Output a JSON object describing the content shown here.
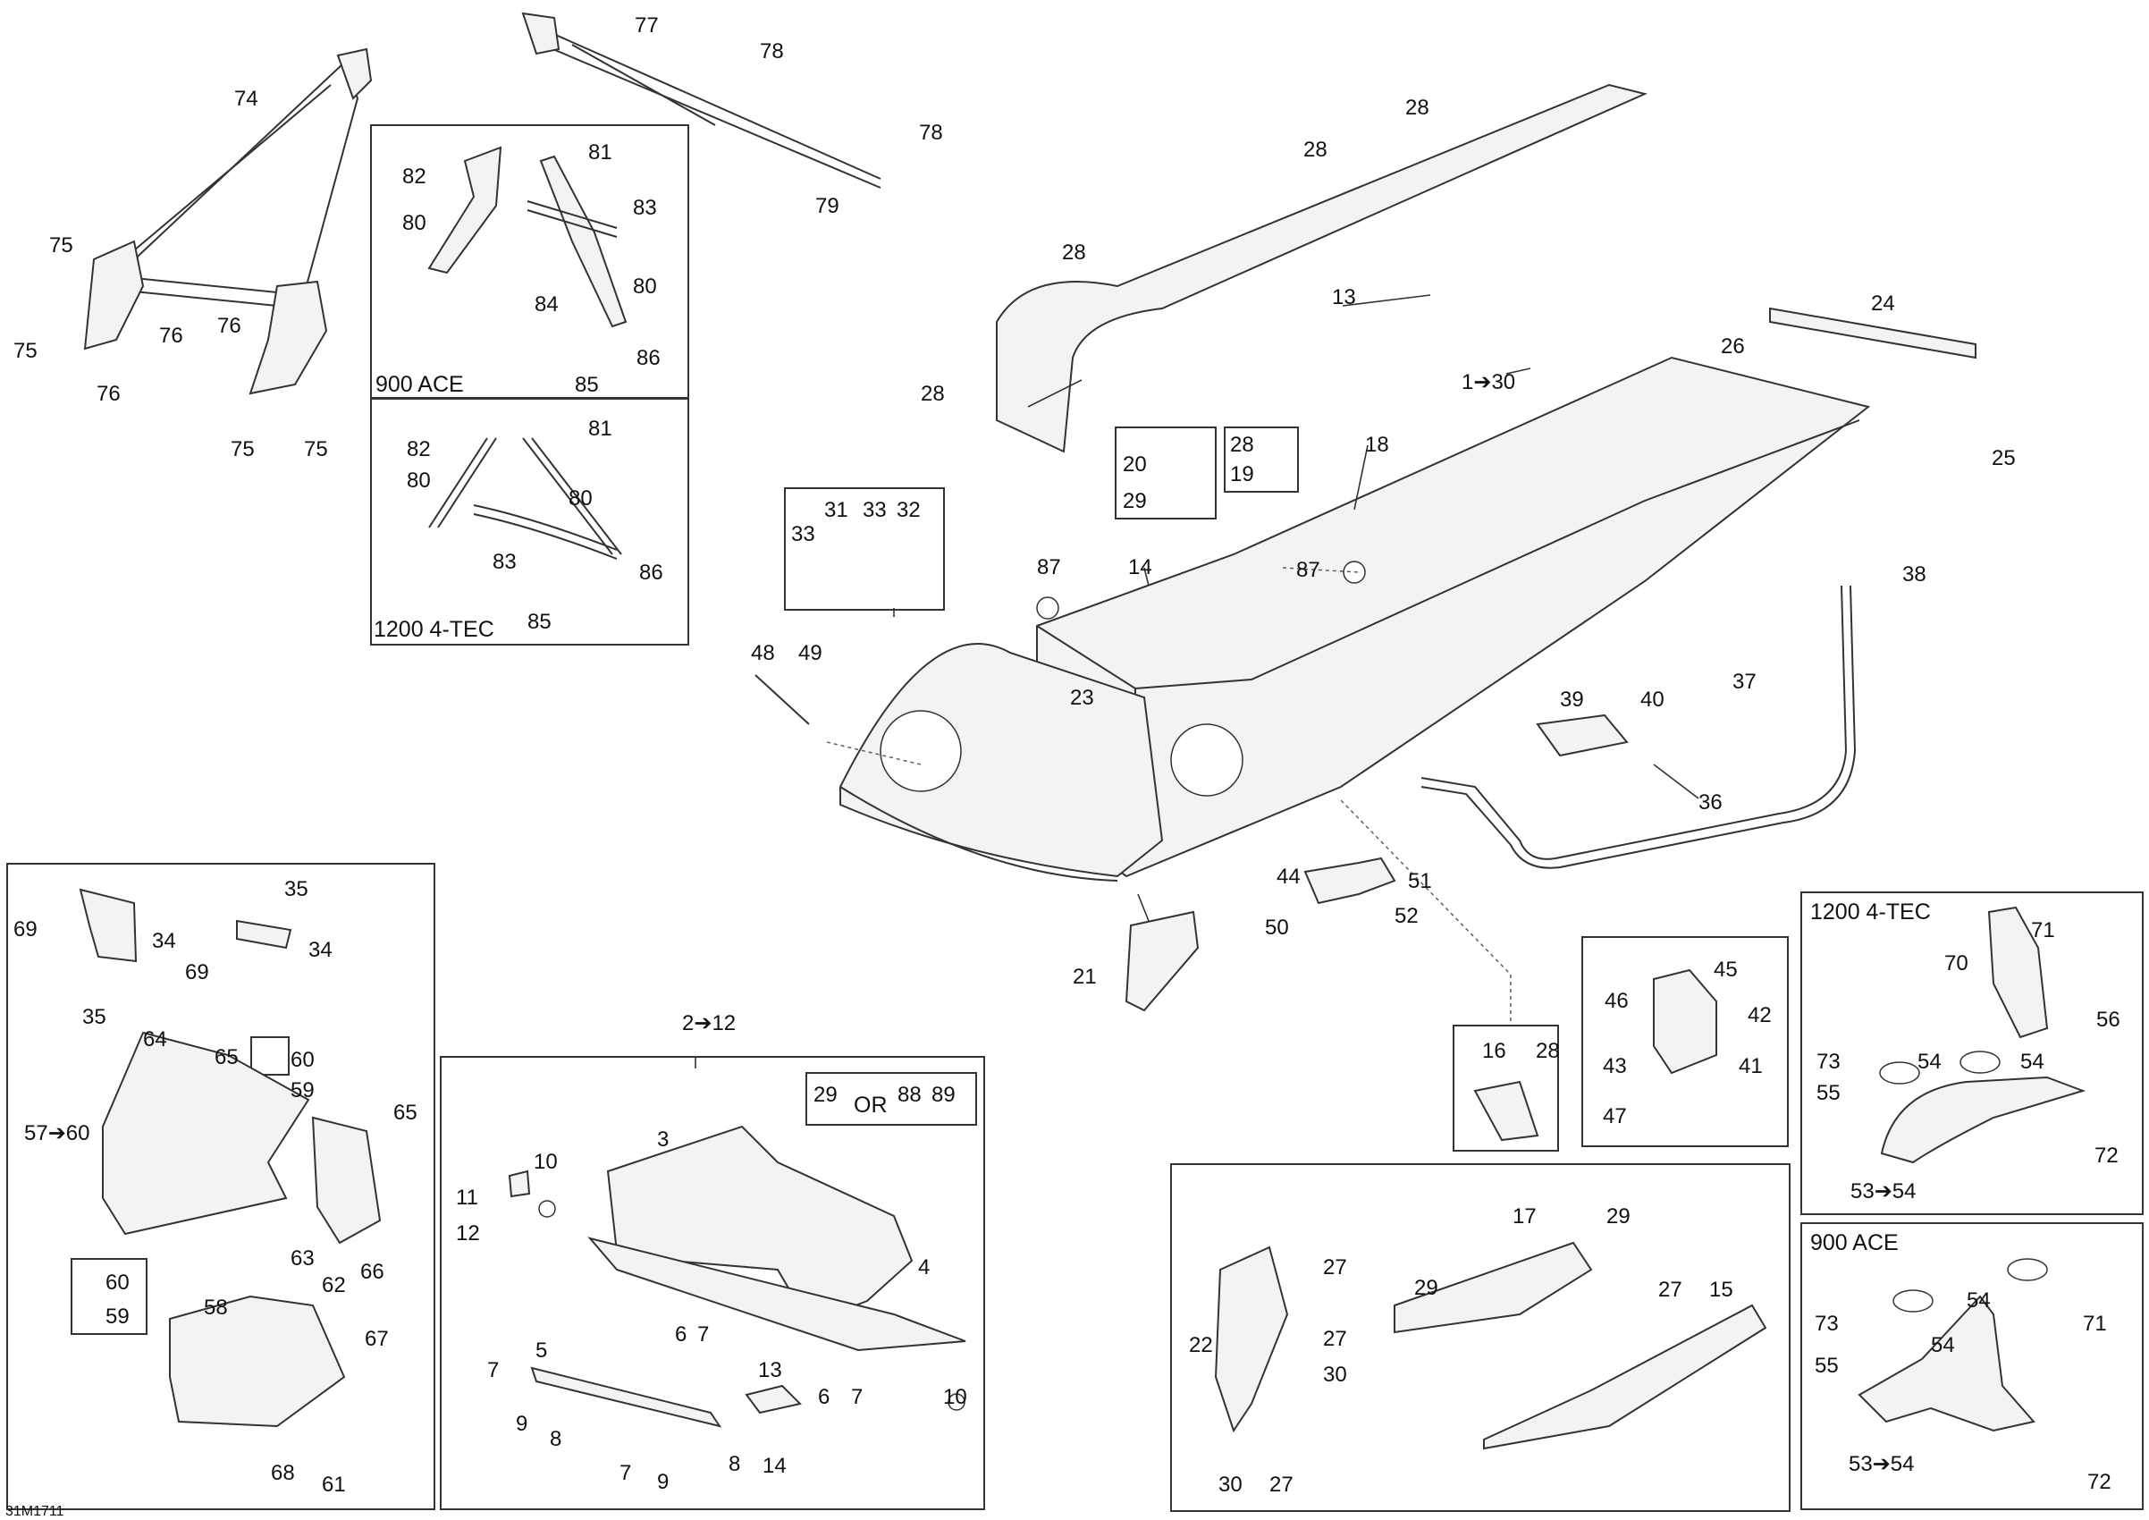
{
  "diagram": {
    "reference_code": "31M1711",
    "variant_labels": {
      "ace_900": "900 ACE",
      "tec_1200": "1200 4-TEC"
    },
    "or_label": "OR",
    "callouts": {
      "c1_30": "1➔30",
      "c2_12": "2➔12",
      "c3": "3",
      "c4": "4",
      "c5": "5",
      "c6": "6",
      "c7": "7",
      "c8": "8",
      "c9": "9",
      "c10": "10",
      "c11": "11",
      "c12": "12",
      "c13": "13",
      "c14": "14",
      "c15": "15",
      "c16": "16",
      "c17": "17",
      "c18": "18",
      "c19": "19",
      "c20": "20",
      "c21": "21",
      "c22": "22",
      "c23": "23",
      "c24": "24",
      "c25": "25",
      "c26": "26",
      "c27": "27",
      "c28": "28",
      "c29": "29",
      "c30": "30",
      "c31": "31",
      "c32": "32",
      "c33": "33",
      "c34": "34",
      "c35": "35",
      "c36": "36",
      "c37": "37",
      "c38": "38",
      "c39": "39",
      "c40": "40",
      "c41": "41",
      "c42": "42",
      "c43": "43",
      "c44": "44",
      "c45": "45",
      "c46": "46",
      "c47": "47",
      "c48": "48",
      "c49": "49",
      "c50": "50",
      "c51": "51",
      "c52": "52",
      "c53_54": "53➔54",
      "c54": "54",
      "c55": "55",
      "c56": "56",
      "c57_60": "57➔60",
      "c58": "58",
      "c59": "59",
      "c60": "60",
      "c61": "61",
      "c62": "62",
      "c63": "63",
      "c64": "64",
      "c65": "65",
      "c66": "66",
      "c67": "67",
      "c68": "68",
      "c69": "69",
      "c70": "70",
      "c71": "71",
      "c72": "72",
      "c73": "73",
      "c74": "74",
      "c75": "75",
      "c76": "76",
      "c77": "77",
      "c78": "78",
      "c79": "79",
      "c80": "80",
      "c81": "81",
      "c82": "82",
      "c83": "83",
      "c84": "84",
      "c85": "85",
      "c86": "86",
      "c87": "87",
      "c88": "88",
      "c89": "89"
    }
  }
}
